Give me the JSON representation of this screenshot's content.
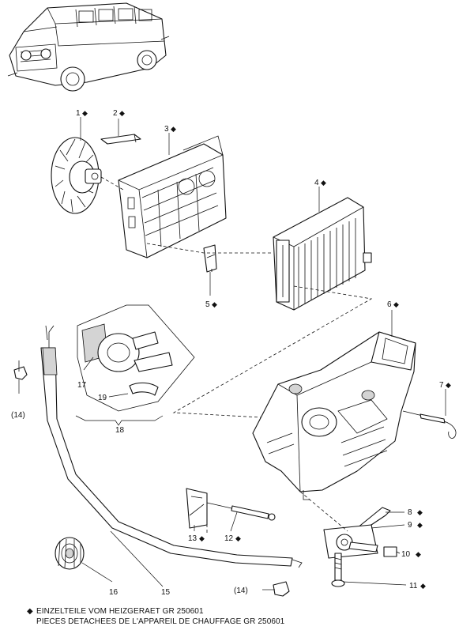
{
  "diamond_symbol": "◆",
  "parts": [
    {
      "id": "p1",
      "number": "1",
      "diamond": true,
      "name": "fan-wheel"
    },
    {
      "id": "p2",
      "number": "2",
      "diamond": true,
      "name": "clip"
    },
    {
      "id": "p3",
      "number": "3",
      "diamond": true,
      "name": "blower-housing"
    },
    {
      "id": "p4",
      "number": "4",
      "diamond": true,
      "name": "heat-exchanger"
    },
    {
      "id": "p5",
      "number": "5",
      "diamond": true,
      "name": "bracket"
    },
    {
      "id": "p6",
      "number": "6",
      "diamond": true,
      "name": "heater-housing"
    },
    {
      "id": "p7",
      "number": "7",
      "diamond": true,
      "name": "control-cable"
    },
    {
      "id": "p8",
      "number": "8",
      "diamond": true,
      "name": "rod"
    },
    {
      "id": "p9",
      "number": "9",
      "diamond": true,
      "name": "flap-lever"
    },
    {
      "id": "p10",
      "number": "10",
      "diamond": true,
      "name": "clip-block"
    },
    {
      "id": "p11",
      "number": "11",
      "diamond": true,
      "name": "screw"
    },
    {
      "id": "p12",
      "number": "12",
      "diamond": true,
      "name": "cable-end"
    },
    {
      "id": "p13",
      "number": "13",
      "diamond": true,
      "name": "holder"
    },
    {
      "id": "p14a",
      "number": "(14)",
      "diamond": false,
      "name": "cable-clamp-left"
    },
    {
      "id": "p14b",
      "number": "(14)",
      "diamond": false,
      "name": "cable-clamp-bottom"
    },
    {
      "id": "p15",
      "number": "15",
      "diamond": false,
      "name": "bowden-cable"
    },
    {
      "id": "p16",
      "number": "16",
      "diamond": false,
      "name": "grommet"
    },
    {
      "id": "p17",
      "number": "17",
      "diamond": false,
      "name": "seal"
    },
    {
      "id": "p18",
      "number": "18",
      "diamond": false,
      "name": "water-pump"
    },
    {
      "id": "p19",
      "number": "19",
      "diamond": false,
      "name": "hose-clip"
    }
  ],
  "footer": {
    "line1": "EINZELTEILE VOM HEIZGERAET GR 250601",
    "line2": "PIECES DETACHEES DE L'APPAREIL DE CHAUFFAGE GR 250601"
  }
}
